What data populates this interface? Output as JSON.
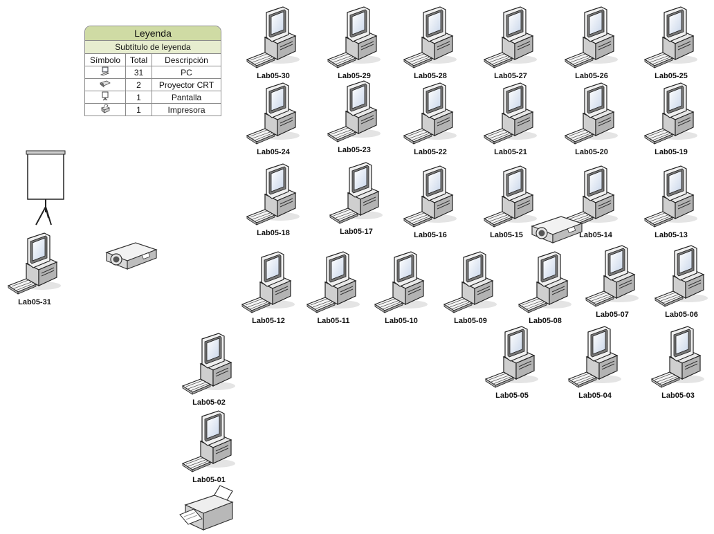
{
  "legend": {
    "title": "Leyenda",
    "subtitle": "Subtítulo de leyenda",
    "headers": [
      "Símbolo",
      "Total",
      "Descripción"
    ],
    "rows": [
      {
        "icon": "pc-icon",
        "total": "31",
        "description": "PC"
      },
      {
        "icon": "projector-icon",
        "total": "2",
        "description": "Proyector CRT"
      },
      {
        "icon": "screen-icon",
        "total": "1",
        "description": "Pantalla"
      },
      {
        "icon": "printer-icon",
        "total": "1",
        "description": "Impresora"
      }
    ]
  },
  "computers": [
    {
      "label": "Lab05-30"
    },
    {
      "label": "Lab05-29"
    },
    {
      "label": "Lab05-28"
    },
    {
      "label": "Lab05-27"
    },
    {
      "label": "Lab05-26"
    },
    {
      "label": "Lab05-25"
    },
    {
      "label": "Lab05-24"
    },
    {
      "label": "Lab05-23"
    },
    {
      "label": "Lab05-22"
    },
    {
      "label": "Lab05-21"
    },
    {
      "label": "Lab05-20"
    },
    {
      "label": "Lab05-19"
    },
    {
      "label": "Lab05-18"
    },
    {
      "label": "Lab05-17"
    },
    {
      "label": "Lab05-16"
    },
    {
      "label": "Lab05-15"
    },
    {
      "label": "Lab05-14"
    },
    {
      "label": "Lab05-13"
    },
    {
      "label": "Lab05-12"
    },
    {
      "label": "Lab05-11"
    },
    {
      "label": "Lab05-10"
    },
    {
      "label": "Lab05-09"
    },
    {
      "label": "Lab05-08"
    },
    {
      "label": "Lab05-07"
    },
    {
      "label": "Lab05-06"
    },
    {
      "label": "Lab05-05"
    },
    {
      "label": "Lab05-04"
    },
    {
      "label": "Lab05-03"
    },
    {
      "label": "Lab05-02"
    },
    {
      "label": "Lab05-01"
    },
    {
      "label": "Lab05-31"
    }
  ],
  "colors": {
    "legend_header": "#cfdba4",
    "legend_subheader": "#e7edcf",
    "screen": "#dde6f2"
  }
}
